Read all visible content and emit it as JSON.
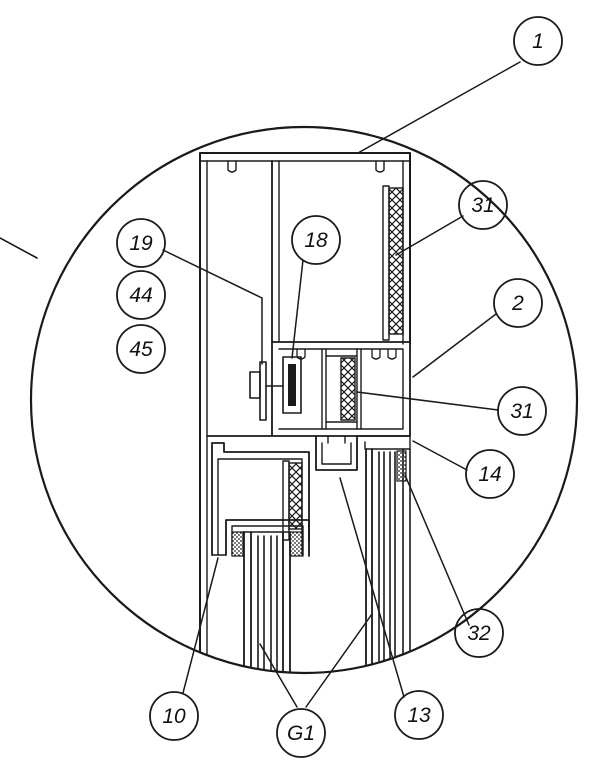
{
  "callouts": [
    {
      "id": "c1",
      "text": "1"
    },
    {
      "id": "c31a",
      "text": "31"
    },
    {
      "id": "c18",
      "text": "18"
    },
    {
      "id": "c19",
      "text": "19"
    },
    {
      "id": "c44",
      "text": "44"
    },
    {
      "id": "c45",
      "text": "45"
    },
    {
      "id": "c2",
      "text": "2"
    },
    {
      "id": "c31b",
      "text": "31"
    },
    {
      "id": "c14",
      "text": "14"
    },
    {
      "id": "c32",
      "text": "32"
    },
    {
      "id": "c10",
      "text": "10"
    },
    {
      "id": "c13",
      "text": "13"
    },
    {
      "id": "cG1",
      "text": "G1"
    }
  ],
  "colors": {
    "line": "#1a1a1a",
    "background": "#ffffff"
  }
}
